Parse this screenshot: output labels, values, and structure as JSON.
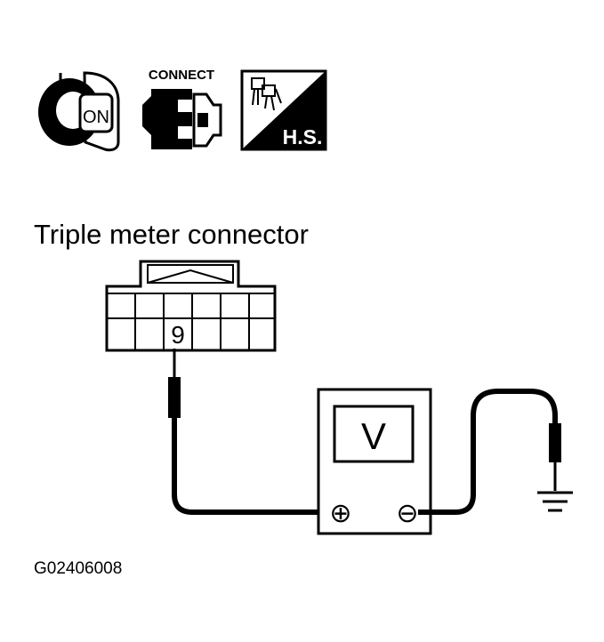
{
  "icons": {
    "ignition_key": {
      "text": "ON"
    },
    "connector": {
      "text": "CONNECT"
    },
    "harness": {
      "text": "H.S."
    }
  },
  "connector": {
    "title": "Triple meter connector",
    "pin_label": "9"
  },
  "meter": {
    "display_symbol": "V",
    "positive_terminal": "⊕",
    "negative_terminal": "⊖"
  },
  "figure_code": "G02406008",
  "colors": {
    "ink": "#000000",
    "background": "#ffffff"
  }
}
